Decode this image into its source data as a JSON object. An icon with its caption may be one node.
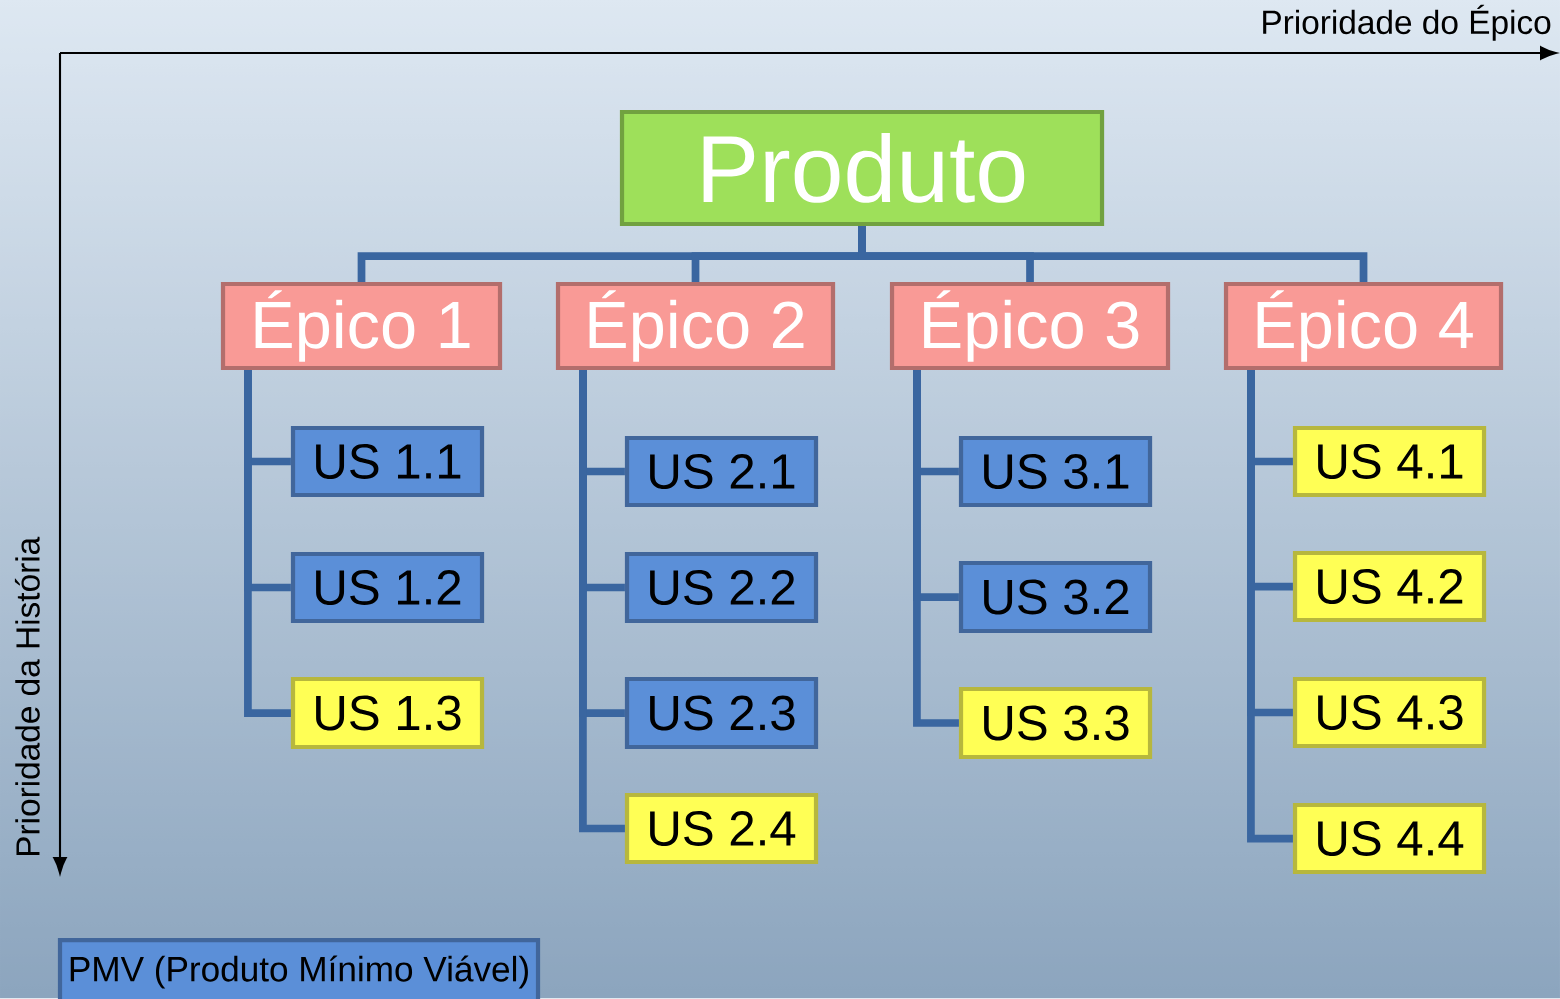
{
  "diagram": {
    "nodes": [
      {
        "text": [
          "Produto"
        ]
      },
      {
        "text": [
          "Épico 1"
        ]
      },
      {
        "text": [
          "Épico 2"
        ]
      },
      {
        "text": [
          "Épico 3"
        ]
      },
      {
        "text": [
          "Épico 4"
        ]
      },
      {
        "text": [
          "US 1.1"
        ]
      },
      {
        "text": [
          "US 1.2"
        ]
      },
      {
        "text": [
          "US 1.3"
        ]
      },
      {
        "text": [
          "US 2.1"
        ]
      },
      {
        "text": [
          "US 2.2"
        ]
      },
      {
        "text": [
          "US 2.3"
        ]
      },
      {
        "text": [
          "US 2.4"
        ]
      },
      {
        "text": [
          "US 3.1"
        ]
      },
      {
        "text": [
          "US 3.2"
        ]
      },
      {
        "text": [
          "US 3.3"
        ]
      },
      {
        "text": [
          "US 4.1"
        ]
      },
      {
        "text": [
          "US 4.2"
        ]
      },
      {
        "text": [
          "US 4.3"
        ]
      },
      {
        "text": [
          "US 4.4"
        ]
      },
      {
        "text": [
          "PMV (Produto Mínimo Viável)"
        ]
      }
    ],
    "edges": [
      {
        "from": 0,
        "to": 1,
        "arrow": "none"
      },
      {
        "from": 0,
        "to": 2,
        "arrow": "none"
      },
      {
        "from": 0,
        "to": 3,
        "arrow": "none"
      },
      {
        "from": 0,
        "to": 4,
        "arrow": "none"
      },
      {
        "from": 1,
        "to": 5,
        "arrow": "none"
      },
      {
        "from": 1,
        "to": 6,
        "arrow": "none"
      },
      {
        "from": 1,
        "to": 7,
        "arrow": "none"
      },
      {
        "from": 2,
        "to": 8,
        "arrow": "none"
      },
      {
        "from": 2,
        "to": 9,
        "arrow": "none"
      },
      {
        "from": 2,
        "to": 10,
        "arrow": "none"
      },
      {
        "from": 2,
        "to": 11,
        "arrow": "none"
      },
      {
        "from": 3,
        "to": 12,
        "arrow": "none"
      },
      {
        "from": 3,
        "to": 13,
        "arrow": "none"
      },
      {
        "from": 3,
        "to": 14,
        "arrow": "none"
      },
      {
        "from": 4,
        "to": 15,
        "arrow": "none"
      },
      {
        "from": 4,
        "to": 16,
        "arrow": "none"
      },
      {
        "from": 4,
        "to": 17,
        "arrow": "none"
      },
      {
        "from": 4,
        "to": 18,
        "arrow": "none"
      }
    ],
    "labels": [
      "Prioridade do Épico",
      "Prioridade da História"
    ]
  }
}
